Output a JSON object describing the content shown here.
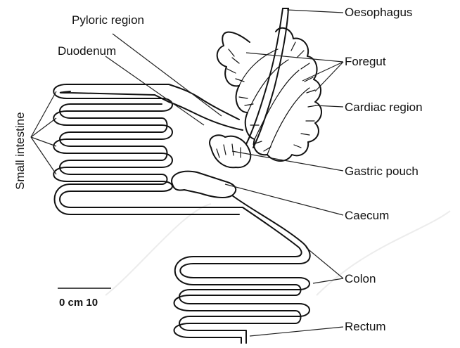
{
  "labels": {
    "oesophagus": "Oesophagus",
    "pyloric_region": "Pyloric region",
    "duodenum": "Duodenum",
    "foregut": "Foregut",
    "cardiac_region": "Cardiac region",
    "small_intestine": "Small intestine",
    "gastric_pouch": "Gastric pouch",
    "caecum": "Caecum",
    "colon": "Colon",
    "rectum": "Rectum"
  },
  "scale_bar": {
    "text": "0 cm 10"
  },
  "colors": {
    "ink": "#111111",
    "background": "#ffffff"
  }
}
